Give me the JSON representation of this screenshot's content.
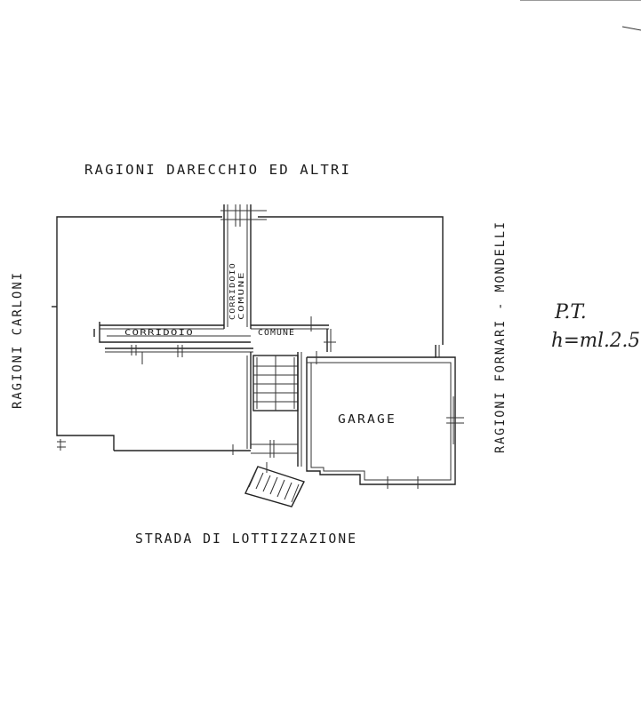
{
  "labels": {
    "north": "RAGIONI DARECCHIO ED ALTRI",
    "west": "RAGIONI CARLONI",
    "east": "RAGIONI FORNARI - MONDELLI",
    "south": "STRADA DI LOTTIZZAZIONE",
    "garage": "GARAGE",
    "corridor_left": "CORRIDOIO",
    "corridor_right": "COMUNE",
    "corridor_vertical_1": "CORRIDOIO",
    "corridor_vertical_2": "COMUNE"
  },
  "annotation": {
    "floor": "P.T.",
    "height": "h=ml.2.5"
  }
}
